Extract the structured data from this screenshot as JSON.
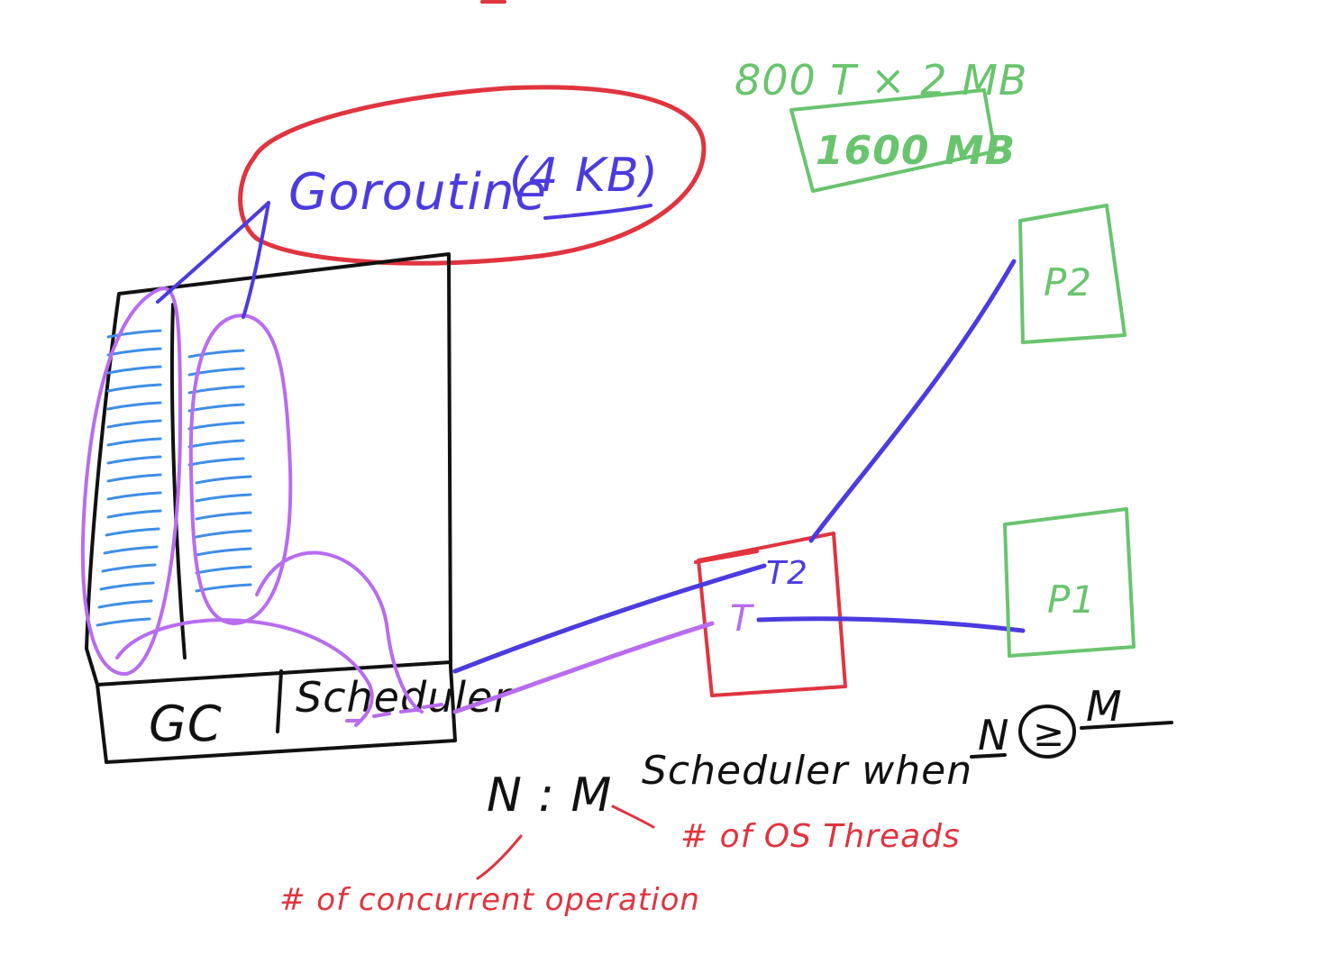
{
  "colors": {
    "ink_black": "#111111",
    "ink_blue": "#4b3be0",
    "ink_purple": "#b86cf0",
    "ink_light_blue": "#3d8ee6",
    "ink_red": "#e0343f",
    "ink_green": "#69c46e"
  },
  "labels": {
    "goroutine": "Goroutine",
    "goroutine_size": "(4 KB)",
    "memory_calc": "800 T × 2 MB",
    "memory_total": "1600 MB",
    "gc": "GC",
    "scheduler": "Scheduler",
    "thread_t2": "T2",
    "thread_t1": "T",
    "processor_p2": "P2",
    "processor_p1": "P1",
    "nm_ratio": "N : M",
    "nm_scheduler": "Scheduler when",
    "nm_n": "N",
    "nm_relation": "≥",
    "nm_m": "M",
    "note_concurrent": "# of concurrent operation",
    "note_os_threads": "# of OS Threads"
  },
  "runtime_box": {
    "stacks": 2
  }
}
